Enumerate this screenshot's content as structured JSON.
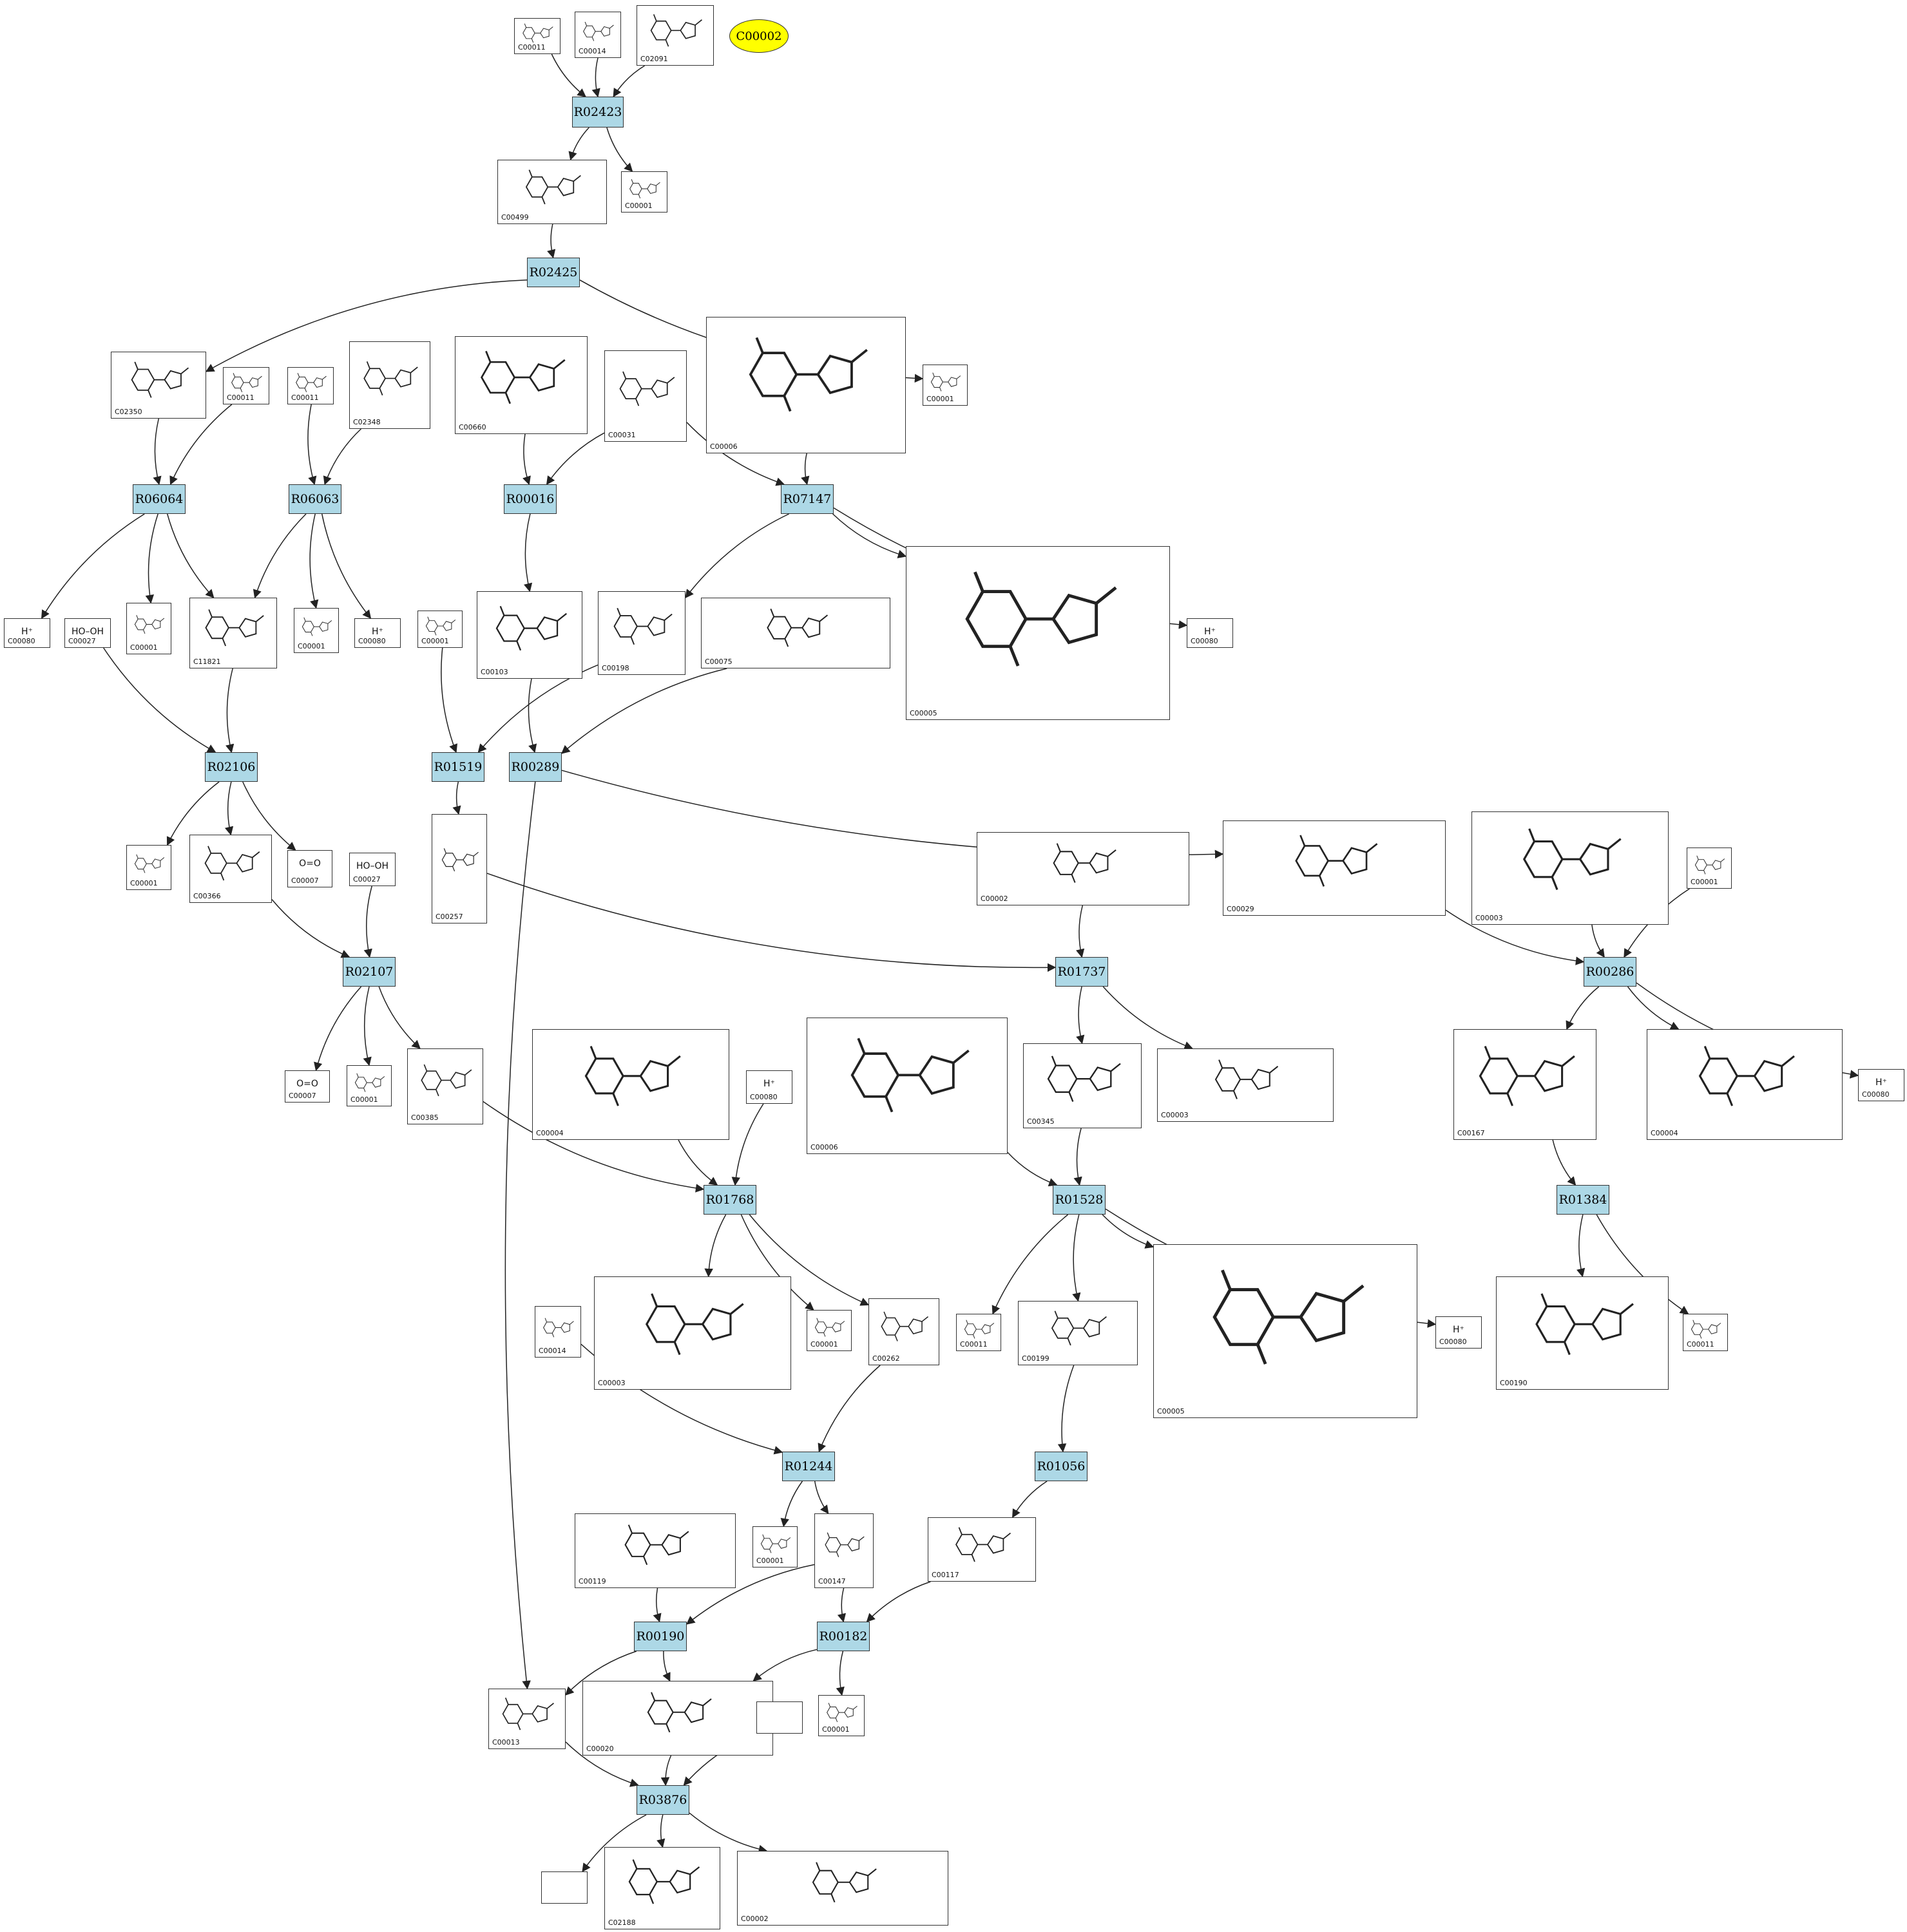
{
  "colors": {
    "reaction_fill": "#add8e6",
    "highlight_fill": "#ffff00",
    "border": "#333333",
    "edge": "#222222"
  },
  "highlight": {
    "label": "C00002"
  },
  "compounds": [
    {
      "key": "c00011_a",
      "id": "C00011",
      "formula": "",
      "icon": "molecule-icon"
    },
    {
      "key": "c00014_a",
      "id": "C00014",
      "formula": "",
      "icon": "molecule-icon"
    },
    {
      "key": "c02091",
      "id": "C02091",
      "formula": "",
      "icon": "molecule-icon"
    },
    {
      "key": "c00499",
      "id": "C00499",
      "formula": "",
      "icon": "molecule-icon"
    },
    {
      "key": "c00001_a",
      "id": "C00001",
      "formula": "",
      "icon": "molecule-icon"
    },
    {
      "key": "c02350",
      "id": "C02350",
      "formula": "",
      "icon": "molecule-icon"
    },
    {
      "key": "c00011_b",
      "id": "C00011",
      "formula": "",
      "icon": "molecule-icon"
    },
    {
      "key": "c00011_c",
      "id": "C00011",
      "formula": "",
      "icon": "molecule-icon"
    },
    {
      "key": "c02348",
      "id": "C02348",
      "formula": "",
      "icon": "molecule-icon"
    },
    {
      "key": "c00660",
      "id": "C00660",
      "formula": "",
      "icon": "molecule-icon"
    },
    {
      "key": "c00031",
      "id": "C00031",
      "formula": "",
      "icon": "molecule-icon"
    },
    {
      "key": "c00006_a",
      "id": "C00006",
      "formula": "",
      "icon": "molecule-icon"
    },
    {
      "key": "c00001_b",
      "id": "C00001",
      "formula": "",
      "icon": "molecule-icon"
    },
    {
      "key": "c00080_a",
      "id": "C00080",
      "formula": "H⁺",
      "icon": "molecule-icon"
    },
    {
      "key": "c00027_a",
      "id": "C00027",
      "formula": "HO–OH",
      "icon": "molecule-icon"
    },
    {
      "key": "c00001_c",
      "id": "C00001",
      "formula": "",
      "icon": "molecule-icon"
    },
    {
      "key": "c11821",
      "id": "C11821",
      "formula": "",
      "icon": "molecule-icon"
    },
    {
      "key": "c00001_d",
      "id": "C00001",
      "formula": "",
      "icon": "molecule-icon"
    },
    {
      "key": "c00080_b",
      "id": "C00080",
      "formula": "H⁺",
      "icon": "molecule-icon"
    },
    {
      "key": "c00001_e",
      "id": "C00001",
      "formula": "",
      "icon": "molecule-icon"
    },
    {
      "key": "c00103",
      "id": "C00103",
      "formula": "",
      "icon": "molecule-icon"
    },
    {
      "key": "c00198",
      "id": "C00198",
      "formula": "",
      "icon": "molecule-icon"
    },
    {
      "key": "c00075",
      "id": "C00075",
      "formula": "",
      "icon": "molecule-icon"
    },
    {
      "key": "c00005_a",
      "id": "C00005",
      "formula": "",
      "icon": "molecule-icon"
    },
    {
      "key": "c00080_c",
      "id": "C00080",
      "formula": "H⁺",
      "icon": "molecule-icon"
    },
    {
      "key": "c00001_f",
      "id": "C00001",
      "formula": "",
      "icon": "molecule-icon"
    },
    {
      "key": "c00366",
      "id": "C00366",
      "formula": "",
      "icon": "molecule-icon"
    },
    {
      "key": "c00007_a",
      "id": "C00007",
      "formula": "O=O",
      "icon": "molecule-icon"
    },
    {
      "key": "c00027_b",
      "id": "C00027",
      "formula": "HO–OH",
      "icon": "molecule-icon"
    },
    {
      "key": "c00257",
      "id": "C00257",
      "formula": "",
      "icon": "molecule-icon"
    },
    {
      "key": "c00002_a",
      "id": "C00002",
      "formula": "",
      "icon": "molecule-icon"
    },
    {
      "key": "c00029",
      "id": "C00029",
      "formula": "",
      "icon": "molecule-icon"
    },
    {
      "key": "c00003_a",
      "id": "C00003",
      "formula": "",
      "icon": "molecule-icon"
    },
    {
      "key": "c00001_g",
      "id": "C00001",
      "formula": "",
      "icon": "molecule-icon"
    },
    {
      "key": "c00007_b",
      "id": "C00007",
      "formula": "O=O",
      "icon": "molecule-icon"
    },
    {
      "key": "c00001_h",
      "id": "C00001",
      "formula": "",
      "icon": "molecule-icon"
    },
    {
      "key": "c00385",
      "id": "C00385",
      "formula": "",
      "icon": "molecule-icon"
    },
    {
      "key": "c00004_a",
      "id": "C00004",
      "formula": "",
      "icon": "molecule-icon"
    },
    {
      "key": "c00080_d",
      "id": "C00080",
      "formula": "H⁺",
      "icon": "molecule-icon"
    },
    {
      "key": "c00006_b",
      "id": "C00006",
      "formula": "",
      "icon": "molecule-icon"
    },
    {
      "key": "c00345",
      "id": "C00345",
      "formula": "",
      "icon": "molecule-icon"
    },
    {
      "key": "c00003_b",
      "id": "C00003",
      "formula": "",
      "icon": "molecule-icon"
    },
    {
      "key": "c00167",
      "id": "C00167",
      "formula": "",
      "icon": "molecule-icon"
    },
    {
      "key": "c00004_b",
      "id": "C00004",
      "formula": "",
      "icon": "molecule-icon"
    },
    {
      "key": "c00080_e",
      "id": "C00080",
      "formula": "H⁺",
      "icon": "molecule-icon"
    },
    {
      "key": "c00003_c",
      "id": "C00003",
      "formula": "",
      "icon": "molecule-icon"
    },
    {
      "key": "c00001_i",
      "id": "C00001",
      "formula": "",
      "icon": "molecule-icon"
    },
    {
      "key": "c00262",
      "id": "C00262",
      "formula": "",
      "icon": "molecule-icon"
    },
    {
      "key": "c00011_d",
      "id": "C00011",
      "formula": "",
      "icon": "molecule-icon"
    },
    {
      "key": "c00199",
      "id": "C00199",
      "formula": "",
      "icon": "molecule-icon"
    },
    {
      "key": "c00005_b",
      "id": "C00005",
      "formula": "",
      "icon": "molecule-icon"
    },
    {
      "key": "c00080_f",
      "id": "C00080",
      "formula": "H⁺",
      "icon": "molecule-icon"
    },
    {
      "key": "c00190",
      "id": "C00190",
      "formula": "",
      "icon": "molecule-icon"
    },
    {
      "key": "c00011_e",
      "id": "C00011",
      "formula": "",
      "icon": "molecule-icon"
    },
    {
      "key": "c00014_b",
      "id": "C00014",
      "formula": "",
      "icon": "molecule-icon"
    },
    {
      "key": "c00119",
      "id": "C00119",
      "formula": "",
      "icon": "molecule-icon"
    },
    {
      "key": "c00001_j",
      "id": "C00001",
      "formula": "",
      "icon": "molecule-icon"
    },
    {
      "key": "c00147",
      "id": "C00147",
      "formula": "",
      "icon": "molecule-icon"
    },
    {
      "key": "c00117",
      "id": "C00117",
      "formula": "",
      "icon": "molecule-icon"
    },
    {
      "key": "c00013",
      "id": "C00013",
      "formula": "",
      "icon": "molecule-icon"
    },
    {
      "key": "c00020",
      "id": "C00020",
      "formula": "",
      "icon": "molecule-icon"
    },
    {
      "key": "blank_a",
      "id": "",
      "formula": "",
      "icon": "empty-box"
    },
    {
      "key": "c00001_k",
      "id": "C00001",
      "formula": "",
      "icon": "molecule-icon"
    },
    {
      "key": "blank_b",
      "id": "",
      "formula": "",
      "icon": "empty-box"
    },
    {
      "key": "c02188",
      "id": "C02188",
      "formula": "",
      "icon": "molecule-icon"
    },
    {
      "key": "c00002_b",
      "id": "C00002",
      "formula": "",
      "icon": "molecule-icon"
    }
  ],
  "reactions": [
    {
      "key": "r02423",
      "id": "R02423"
    },
    {
      "key": "r02425",
      "id": "R02425"
    },
    {
      "key": "r06064",
      "id": "R06064"
    },
    {
      "key": "r06063",
      "id": "R06063"
    },
    {
      "key": "r00016",
      "id": "R00016"
    },
    {
      "key": "r07147",
      "id": "R07147"
    },
    {
      "key": "r02106",
      "id": "R02106"
    },
    {
      "key": "r01519",
      "id": "R01519"
    },
    {
      "key": "r00289",
      "id": "R00289"
    },
    {
      "key": "r02107",
      "id": "R02107"
    },
    {
      "key": "r01737",
      "id": "R01737"
    },
    {
      "key": "r00286",
      "id": "R00286"
    },
    {
      "key": "r01768",
      "id": "R01768"
    },
    {
      "key": "r01528",
      "id": "R01528"
    },
    {
      "key": "r01384",
      "id": "R01384"
    },
    {
      "key": "r01244",
      "id": "R01244"
    },
    {
      "key": "r01056",
      "id": "R01056"
    },
    {
      "key": "r00190",
      "id": "R00190"
    },
    {
      "key": "r00182",
      "id": "R00182"
    },
    {
      "key": "r03876",
      "id": "R03876"
    }
  ],
  "edges": [
    [
      "c00011_a",
      "r02423"
    ],
    [
      "c00014_a",
      "r02423"
    ],
    [
      "c02091",
      "r02423"
    ],
    [
      "r02423",
      "c00499"
    ],
    [
      "r02423",
      "c00001_a"
    ],
    [
      "c00499",
      "r02425"
    ],
    [
      "r02425",
      "c02350"
    ],
    [
      "r02425",
      "c00001_b"
    ],
    [
      "c02350",
      "r06064"
    ],
    [
      "c00011_b",
      "r06064"
    ],
    [
      "c00011_c",
      "r06063"
    ],
    [
      "c02348",
      "r06063"
    ],
    [
      "c00660",
      "r00016"
    ],
    [
      "c00031",
      "r00016"
    ],
    [
      "c00031",
      "r07147"
    ],
    [
      "c00006_a",
      "r07147"
    ],
    [
      "r06064",
      "c00080_a"
    ],
    [
      "r06064",
      "c00001_c"
    ],
    [
      "r06064",
      "c11821"
    ],
    [
      "r06063",
      "c11821"
    ],
    [
      "r06063",
      "c00001_d"
    ],
    [
      "r06063",
      "c00080_b"
    ],
    [
      "r00016",
      "c00103"
    ],
    [
      "r07147",
      "c00198"
    ],
    [
      "r07147",
      "c00005_a"
    ],
    [
      "r07147",
      "c00080_c"
    ],
    [
      "c11821",
      "r02106"
    ],
    [
      "c00027_a",
      "r02106"
    ],
    [
      "c00001_e",
      "r01519"
    ],
    [
      "c00198",
      "r01519"
    ],
    [
      "c00103",
      "r00289"
    ],
    [
      "c00075",
      "r00289"
    ],
    [
      "r02106",
      "c00001_f"
    ],
    [
      "r02106",
      "c00366"
    ],
    [
      "r02106",
      "c00007_a"
    ],
    [
      "r01519",
      "c00257"
    ],
    [
      "r00289",
      "c00029"
    ],
    [
      "r00289",
      "c00013"
    ],
    [
      "c00366",
      "r02107"
    ],
    [
      "c00027_b",
      "r02107"
    ],
    [
      "r02107",
      "c00007_b"
    ],
    [
      "r02107",
      "c00001_h"
    ],
    [
      "r02107",
      "c00385"
    ],
    [
      "c00257",
      "r01737"
    ],
    [
      "c00002_a",
      "r01737"
    ],
    [
      "c00029",
      "r00286"
    ],
    [
      "c00003_a",
      "r00286"
    ],
    [
      "c00001_g",
      "r00286"
    ],
    [
      "r01737",
      "c00345"
    ],
    [
      "r01737",
      "c00003_b"
    ],
    [
      "r00286",
      "c00167"
    ],
    [
      "r00286",
      "c00004_b"
    ],
    [
      "r00286",
      "c00080_e"
    ],
    [
      "c00385",
      "r01768"
    ],
    [
      "c00004_a",
      "r01768"
    ],
    [
      "c00080_d",
      "r01768"
    ],
    [
      "c00006_b",
      "r01528"
    ],
    [
      "c00345",
      "r01528"
    ],
    [
      "c00167",
      "r01384"
    ],
    [
      "r01768",
      "c00003_c"
    ],
    [
      "r01768",
      "c00001_i"
    ],
    [
      "r01768",
      "c00262"
    ],
    [
      "r01528",
      "c00011_d"
    ],
    [
      "r01528",
      "c00199"
    ],
    [
      "r01528",
      "c00005_b"
    ],
    [
      "r01528",
      "c00080_f"
    ],
    [
      "r01384",
      "c00190"
    ],
    [
      "r01384",
      "c00011_e"
    ],
    [
      "c00014_b",
      "r01244"
    ],
    [
      "c00262",
      "r01244"
    ],
    [
      "c00199",
      "r01056"
    ],
    [
      "r01244",
      "c00001_j"
    ],
    [
      "r01244",
      "c00147"
    ],
    [
      "r01056",
      "c00117"
    ],
    [
      "c00119",
      "r00190"
    ],
    [
      "c00147",
      "r00190"
    ],
    [
      "c00147",
      "r00182"
    ],
    [
      "c00117",
      "r00182"
    ],
    [
      "r00190",
      "c00013"
    ],
    [
      "r00190",
      "c00020"
    ],
    [
      "r00182",
      "c00020"
    ],
    [
      "r00182",
      "c00001_k"
    ],
    [
      "c00013",
      "r03876"
    ],
    [
      "c00020",
      "r03876"
    ],
    [
      "blank_a",
      "r03876"
    ],
    [
      "r03876",
      "blank_b"
    ],
    [
      "r03876",
      "c02188"
    ],
    [
      "r03876",
      "c00002_b"
    ]
  ]
}
